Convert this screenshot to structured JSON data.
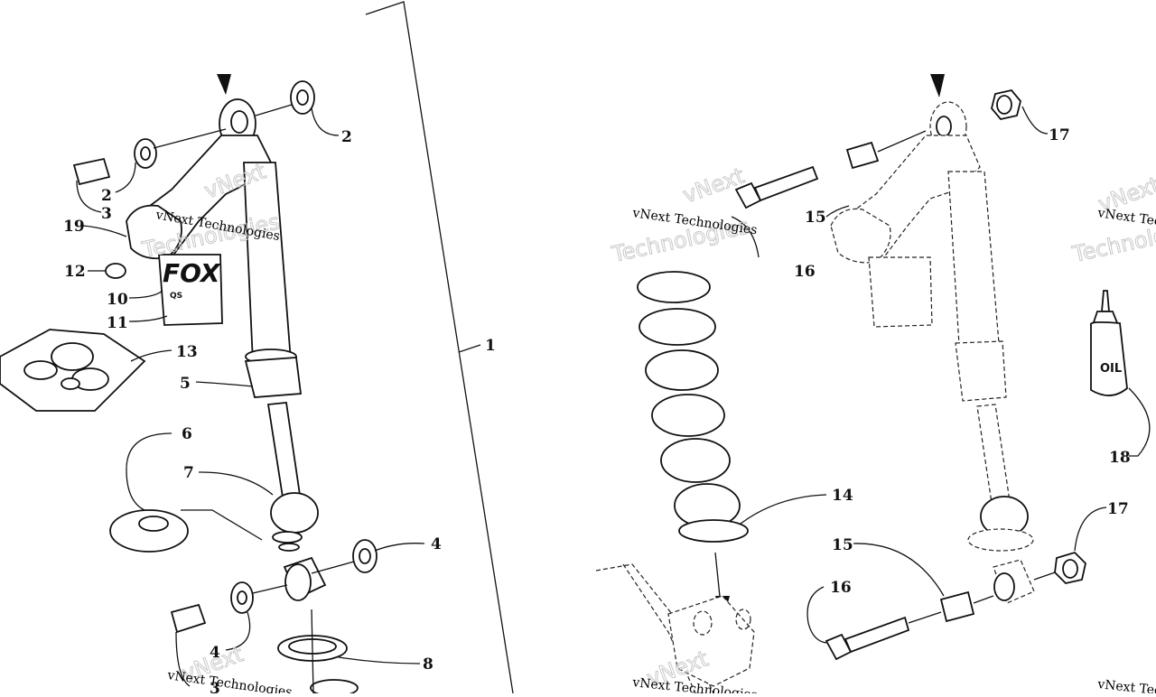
{
  "callouts": [
    {
      "id": "1",
      "text": "1"
    },
    {
      "id": "2a",
      "text": "2"
    },
    {
      "id": "2b",
      "text": "2"
    },
    {
      "id": "3a",
      "text": "3"
    },
    {
      "id": "3b",
      "text": "3"
    },
    {
      "id": "4a",
      "text": "4"
    },
    {
      "id": "4b",
      "text": "4"
    },
    {
      "id": "5",
      "text": "5"
    },
    {
      "id": "6",
      "text": "6"
    },
    {
      "id": "7",
      "text": "7"
    },
    {
      "id": "8",
      "text": "8"
    },
    {
      "id": "10",
      "text": "10"
    },
    {
      "id": "11",
      "text": "11"
    },
    {
      "id": "12",
      "text": "12"
    },
    {
      "id": "13",
      "text": "13"
    },
    {
      "id": "14",
      "text": "14"
    },
    {
      "id": "15a",
      "text": "15"
    },
    {
      "id": "15b",
      "text": "15"
    },
    {
      "id": "16a",
      "text": "16"
    },
    {
      "id": "16b",
      "text": "16"
    },
    {
      "id": "17a",
      "text": "17"
    },
    {
      "id": "17b",
      "text": "17"
    },
    {
      "id": "18",
      "text": "18"
    },
    {
      "id": "19",
      "text": "19"
    }
  ],
  "watermark": {
    "brand": "vNext",
    "company": "vNext Technologies",
    "word": "Technologies"
  },
  "labels": {
    "oil_bottle": "OIL",
    "shock_brand": "FOX",
    "shock_sub": "QS"
  }
}
